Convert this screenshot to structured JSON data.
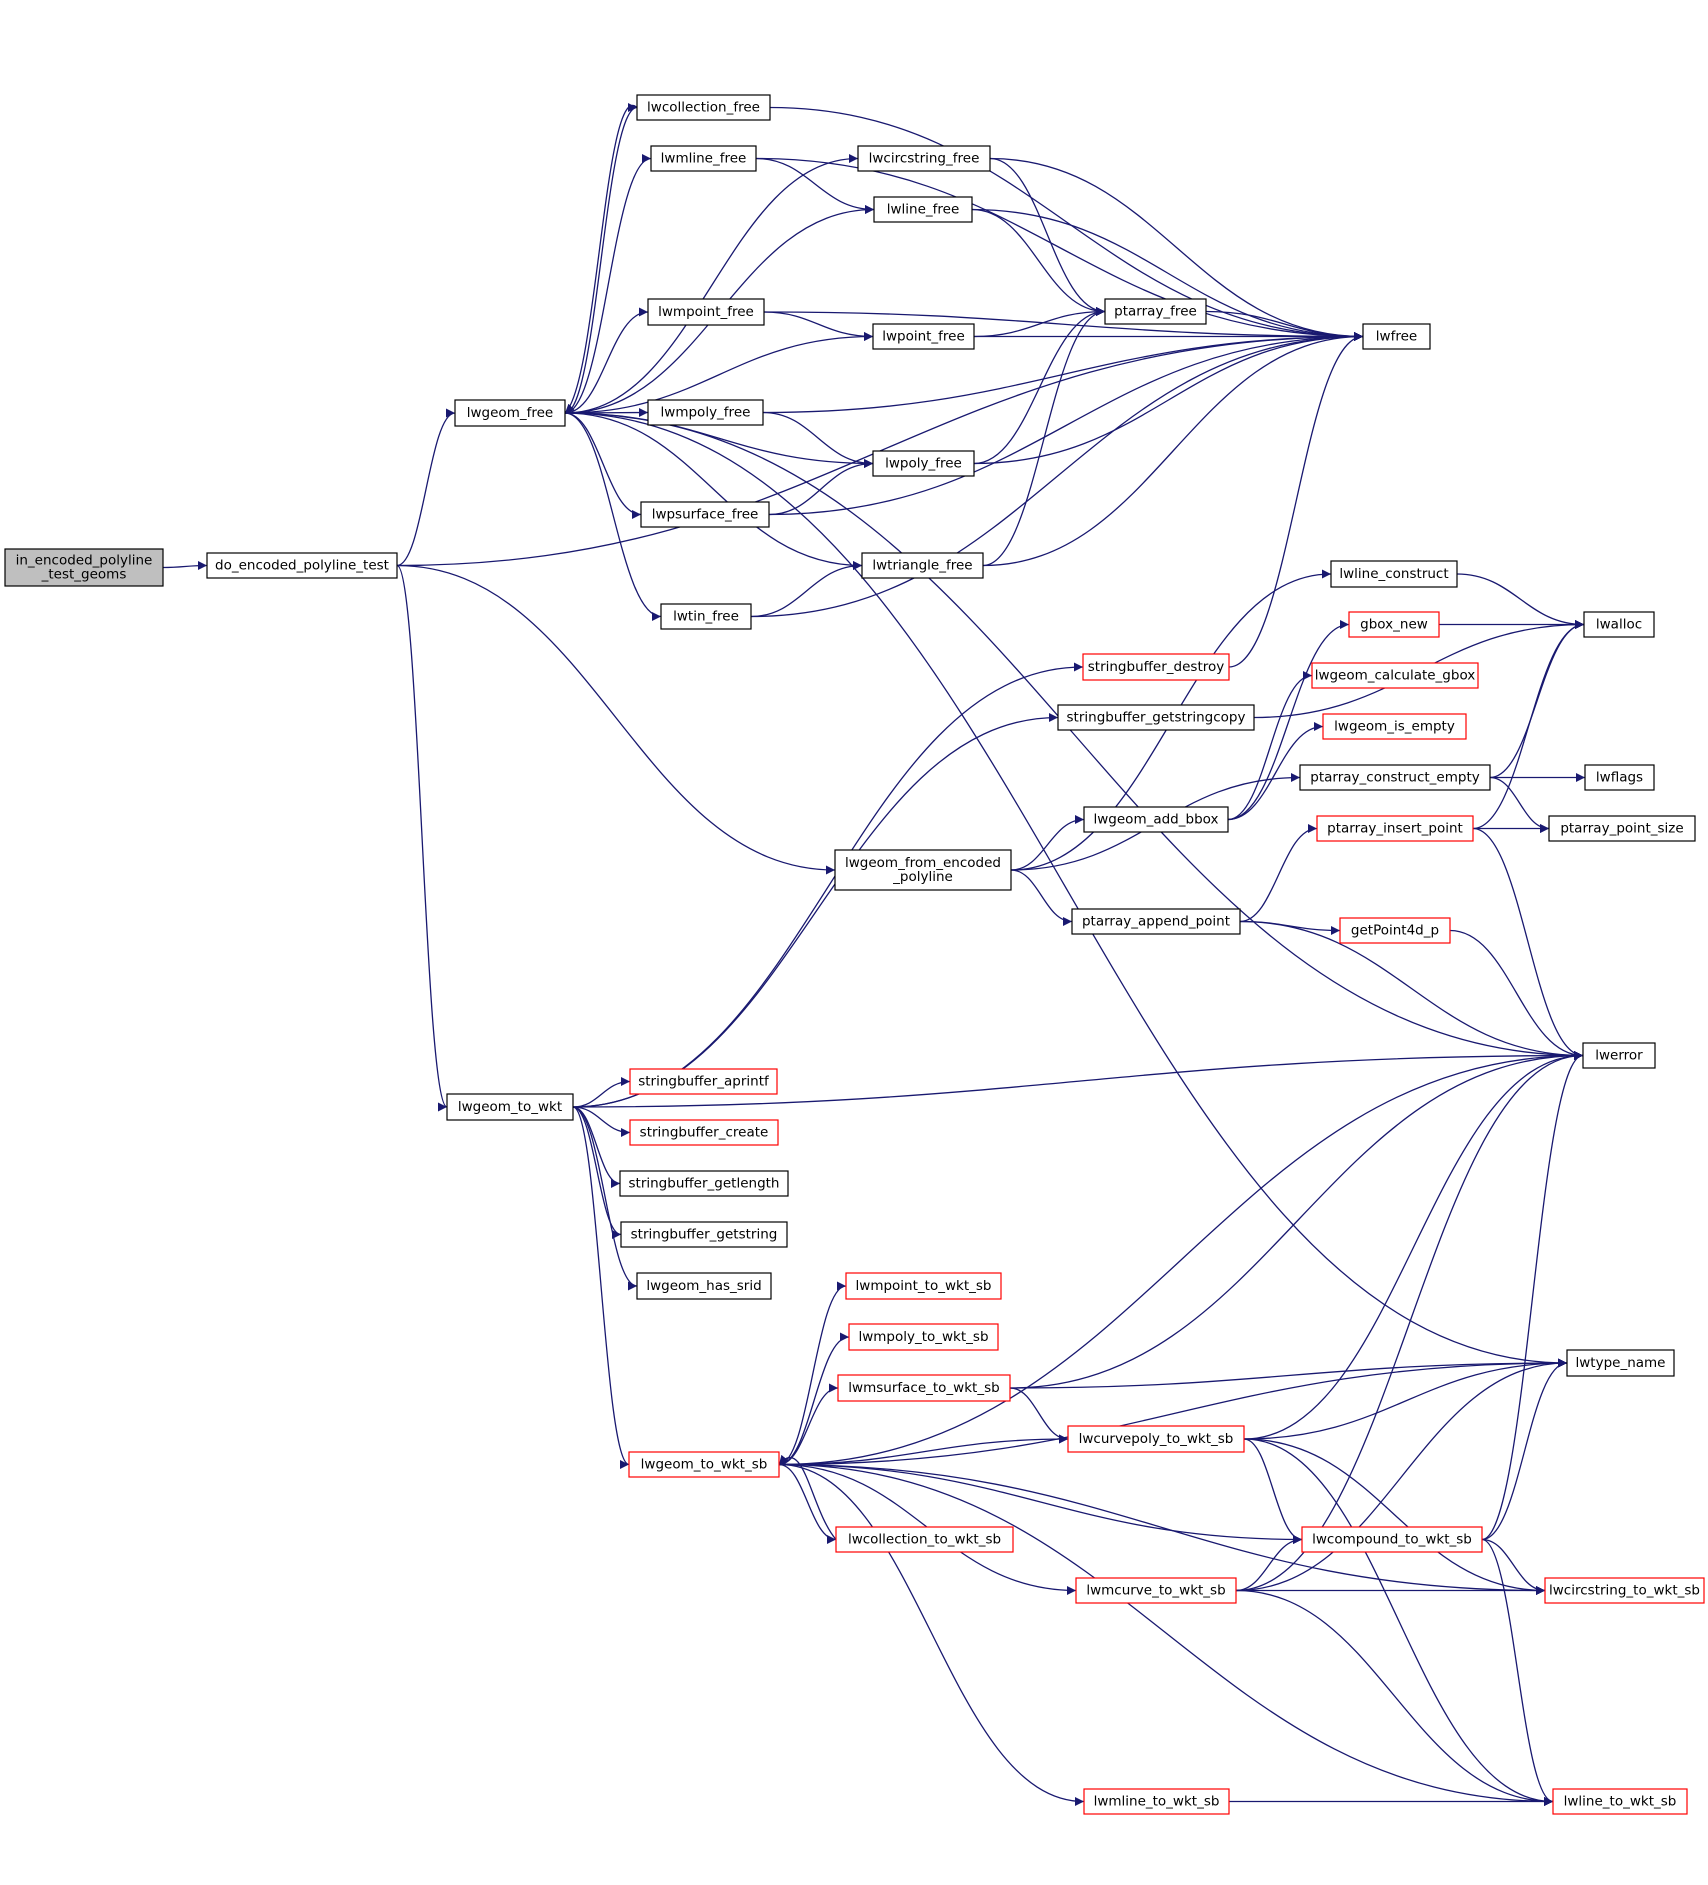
{
  "colors": {
    "edge": "#191970",
    "border_normal": "#000000",
    "border_truncated": "#ff0000",
    "fill_root": "#bfbfbf",
    "fill_normal": "#ffffff"
  },
  "nodes": [
    {
      "id": "root",
      "lines": [
        "in_encoded_polyline",
        "_test_geoms"
      ],
      "style": "root"
    },
    {
      "id": "do_test",
      "lines": [
        "do_encoded_polyline_test"
      ],
      "style": "normal"
    },
    {
      "id": "lwgeom_free",
      "lines": [
        "lwgeom_free"
      ],
      "style": "normal"
    },
    {
      "id": "lwcollection_free",
      "lines": [
        "lwcollection_free"
      ],
      "style": "normal"
    },
    {
      "id": "lwmline_free",
      "lines": [
        "lwmline_free"
      ],
      "style": "normal"
    },
    {
      "id": "lwcircstring_free",
      "lines": [
        "lwcircstring_free"
      ],
      "style": "normal"
    },
    {
      "id": "lwline_free",
      "lines": [
        "lwline_free"
      ],
      "style": "normal"
    },
    {
      "id": "lwmpoint_free",
      "lines": [
        "lwmpoint_free"
      ],
      "style": "normal"
    },
    {
      "id": "lwpoint_free",
      "lines": [
        "lwpoint_free"
      ],
      "style": "normal"
    },
    {
      "id": "ptarray_free",
      "lines": [
        "ptarray_free"
      ],
      "style": "normal"
    },
    {
      "id": "lwfree",
      "lines": [
        "lwfree"
      ],
      "style": "normal"
    },
    {
      "id": "lwmpoly_free",
      "lines": [
        "lwmpoly_free"
      ],
      "style": "normal"
    },
    {
      "id": "lwpoly_free",
      "lines": [
        "lwpoly_free"
      ],
      "style": "normal"
    },
    {
      "id": "lwpsurface_free",
      "lines": [
        "lwpsurface_free"
      ],
      "style": "normal"
    },
    {
      "id": "lwtriangle_free",
      "lines": [
        "lwtriangle_free"
      ],
      "style": "normal"
    },
    {
      "id": "lwtin_free",
      "lines": [
        "lwtin_free"
      ],
      "style": "normal"
    },
    {
      "id": "lwline_construct",
      "lines": [
        "lwline_construct"
      ],
      "style": "normal"
    },
    {
      "id": "lwalloc",
      "lines": [
        "lwalloc"
      ],
      "style": "normal"
    },
    {
      "id": "gbox_new",
      "lines": [
        "gbox_new"
      ],
      "style": "truncated"
    },
    {
      "id": "sb_destroy",
      "lines": [
        "stringbuffer_destroy"
      ],
      "style": "truncated"
    },
    {
      "id": "lwgeom_calc_gbox",
      "lines": [
        "lwgeom_calculate_gbox"
      ],
      "style": "truncated"
    },
    {
      "id": "sb_getstringcopy",
      "lines": [
        "stringbuffer_getstringcopy"
      ],
      "style": "normal"
    },
    {
      "id": "lwgeom_is_empty",
      "lines": [
        "lwgeom_is_empty"
      ],
      "style": "truncated"
    },
    {
      "id": "ptarray_construct_empty",
      "lines": [
        "ptarray_construct_empty"
      ],
      "style": "normal"
    },
    {
      "id": "lwflags",
      "lines": [
        "lwflags"
      ],
      "style": "normal"
    },
    {
      "id": "lwgeom_add_bbox",
      "lines": [
        "lwgeom_add_bbox"
      ],
      "style": "normal"
    },
    {
      "id": "ptarray_insert_point",
      "lines": [
        "ptarray_insert_point"
      ],
      "style": "truncated"
    },
    {
      "id": "ptarray_point_size",
      "lines": [
        "ptarray_point_size"
      ],
      "style": "normal"
    },
    {
      "id": "lwgeom_from_encoded",
      "lines": [
        "lwgeom_from_encoded",
        "_polyline"
      ],
      "style": "normal"
    },
    {
      "id": "ptarray_append_point",
      "lines": [
        "ptarray_append_point"
      ],
      "style": "normal"
    },
    {
      "id": "getPoint4d_p",
      "lines": [
        "getPoint4d_p"
      ],
      "style": "truncated"
    },
    {
      "id": "lwerror",
      "lines": [
        "lwerror"
      ],
      "style": "normal"
    },
    {
      "id": "lwgeom_to_wkt",
      "lines": [
        "lwgeom_to_wkt"
      ],
      "style": "normal"
    },
    {
      "id": "sb_aprintf",
      "lines": [
        "stringbuffer_aprintf"
      ],
      "style": "truncated"
    },
    {
      "id": "sb_create",
      "lines": [
        "stringbuffer_create"
      ],
      "style": "truncated"
    },
    {
      "id": "sb_getlength",
      "lines": [
        "stringbuffer_getlength"
      ],
      "style": "normal"
    },
    {
      "id": "sb_getstring",
      "lines": [
        "stringbuffer_getstring"
      ],
      "style": "normal"
    },
    {
      "id": "lwgeom_has_srid",
      "lines": [
        "lwgeom_has_srid"
      ],
      "style": "normal"
    },
    {
      "id": "lwmpoint_to_wkt_sb",
      "lines": [
        "lwmpoint_to_wkt_sb"
      ],
      "style": "truncated"
    },
    {
      "id": "lwmpoly_to_wkt_sb",
      "lines": [
        "lwmpoly_to_wkt_sb"
      ],
      "style": "truncated"
    },
    {
      "id": "lwmsurface_to_wkt_sb",
      "lines": [
        "lwmsurface_to_wkt_sb"
      ],
      "style": "truncated"
    },
    {
      "id": "lwtype_name",
      "lines": [
        "lwtype_name"
      ],
      "style": "normal"
    },
    {
      "id": "lwcurvepoly_to_wkt_sb",
      "lines": [
        "lwcurvepoly_to_wkt_sb"
      ],
      "style": "truncated"
    },
    {
      "id": "lwgeom_to_wkt_sb",
      "lines": [
        "lwgeom_to_wkt_sb"
      ],
      "style": "truncated"
    },
    {
      "id": "lwcollection_to_wkt_sb",
      "lines": [
        "lwcollection_to_wkt_sb"
      ],
      "style": "truncated"
    },
    {
      "id": "lwcompound_to_wkt_sb",
      "lines": [
        "lwcompound_to_wkt_sb"
      ],
      "style": "truncated"
    },
    {
      "id": "lwmcurve_to_wkt_sb",
      "lines": [
        "lwmcurve_to_wkt_sb"
      ],
      "style": "truncated"
    },
    {
      "id": "lwcircstring_to_wkt_sb",
      "lines": [
        "lwcircstring_to_wkt_sb"
      ],
      "style": "truncated"
    },
    {
      "id": "lwmline_to_wkt_sb",
      "lines": [
        "lwmline_to_wkt_sb"
      ],
      "style": "truncated"
    },
    {
      "id": "lwline_to_wkt_sb",
      "lines": [
        "lwline_to_wkt_sb"
      ],
      "style": "truncated"
    }
  ],
  "edges": [
    [
      "root",
      "do_test"
    ],
    [
      "do_test",
      "lwgeom_free"
    ],
    [
      "do_test",
      "lwfree"
    ],
    [
      "do_test",
      "lwgeom_from_encoded"
    ],
    [
      "do_test",
      "lwgeom_to_wkt"
    ],
    [
      "lwgeom_free",
      "lwcollection_free"
    ],
    [
      "lwgeom_free",
      "lwmline_free"
    ],
    [
      "lwgeom_free",
      "lwcircstring_free"
    ],
    [
      "lwgeom_free",
      "lwline_free"
    ],
    [
      "lwgeom_free",
      "lwmpoint_free"
    ],
    [
      "lwgeom_free",
      "lwpoint_free"
    ],
    [
      "lwgeom_free",
      "lwmpoly_free"
    ],
    [
      "lwgeom_free",
      "lwpoly_free"
    ],
    [
      "lwgeom_free",
      "lwpsurface_free"
    ],
    [
      "lwgeom_free",
      "lwtriangle_free"
    ],
    [
      "lwgeom_free",
      "lwtin_free"
    ],
    [
      "lwgeom_free",
      "lwerror"
    ],
    [
      "lwgeom_free",
      "lwtype_name"
    ],
    [
      "lwcollection_free",
      "lwgeom_free"
    ],
    [
      "lwcollection_free",
      "lwfree"
    ],
    [
      "lwmline_free",
      "lwline_free"
    ],
    [
      "lwmline_free",
      "lwfree"
    ],
    [
      "lwcircstring_free",
      "ptarray_free"
    ],
    [
      "lwcircstring_free",
      "lwfree"
    ],
    [
      "lwline_free",
      "ptarray_free"
    ],
    [
      "lwline_free",
      "lwfree"
    ],
    [
      "lwmpoint_free",
      "lwpoint_free"
    ],
    [
      "lwmpoint_free",
      "lwfree"
    ],
    [
      "lwpoint_free",
      "ptarray_free"
    ],
    [
      "lwpoint_free",
      "lwfree"
    ],
    [
      "ptarray_free",
      "lwfree"
    ],
    [
      "lwmpoly_free",
      "lwpoly_free"
    ],
    [
      "lwmpoly_free",
      "lwfree"
    ],
    [
      "lwpoly_free",
      "ptarray_free"
    ],
    [
      "lwpoly_free",
      "lwfree"
    ],
    [
      "lwpsurface_free",
      "lwpoly_free"
    ],
    [
      "lwpsurface_free",
      "lwfree"
    ],
    [
      "lwtriangle_free",
      "ptarray_free"
    ],
    [
      "lwtriangle_free",
      "lwfree"
    ],
    [
      "lwtin_free",
      "lwtriangle_free"
    ],
    [
      "lwtin_free",
      "lwfree"
    ],
    [
      "lwline_construct",
      "lwalloc"
    ],
    [
      "gbox_new",
      "lwalloc"
    ],
    [
      "sb_destroy",
      "lwfree"
    ],
    [
      "sb_getstringcopy",
      "lwalloc"
    ],
    [
      "lwgeom_from_encoded",
      "lwline_construct"
    ],
    [
      "lwgeom_from_encoded",
      "lwgeom_add_bbox"
    ],
    [
      "lwgeom_from_encoded",
      "ptarray_construct_empty"
    ],
    [
      "lwgeom_from_encoded",
      "ptarray_append_point"
    ],
    [
      "lwgeom_add_bbox",
      "gbox_new"
    ],
    [
      "lwgeom_add_bbox",
      "lwgeom_calc_gbox"
    ],
    [
      "lwgeom_add_bbox",
      "lwgeom_is_empty"
    ],
    [
      "ptarray_construct_empty",
      "lwalloc"
    ],
    [
      "ptarray_construct_empty",
      "lwflags"
    ],
    [
      "ptarray_construct_empty",
      "ptarray_point_size"
    ],
    [
      "ptarray_insert_point",
      "lwalloc"
    ],
    [
      "ptarray_insert_point",
      "ptarray_point_size"
    ],
    [
      "ptarray_insert_point",
      "lwerror"
    ],
    [
      "ptarray_append_point",
      "ptarray_insert_point"
    ],
    [
      "ptarray_append_point",
      "getPoint4d_p"
    ],
    [
      "ptarray_append_point",
      "lwerror"
    ],
    [
      "getPoint4d_p",
      "lwerror"
    ],
    [
      "lwgeom_to_wkt",
      "sb_destroy"
    ],
    [
      "lwgeom_to_wkt",
      "sb_getstringcopy"
    ],
    [
      "lwgeom_to_wkt",
      "lwerror"
    ],
    [
      "lwgeom_to_wkt",
      "sb_aprintf"
    ],
    [
      "lwgeom_to_wkt",
      "sb_create"
    ],
    [
      "lwgeom_to_wkt",
      "sb_getlength"
    ],
    [
      "lwgeom_to_wkt",
      "sb_getstring"
    ],
    [
      "lwgeom_to_wkt",
      "lwgeom_has_srid"
    ],
    [
      "lwgeom_to_wkt",
      "lwgeom_to_wkt_sb"
    ],
    [
      "lwgeom_to_wkt_sb",
      "lwerror"
    ],
    [
      "lwgeom_to_wkt_sb",
      "lwtype_name"
    ],
    [
      "lwgeom_to_wkt_sb",
      "lwmpoint_to_wkt_sb"
    ],
    [
      "lwgeom_to_wkt_sb",
      "lwmpoly_to_wkt_sb"
    ],
    [
      "lwgeom_to_wkt_sb",
      "lwmsurface_to_wkt_sb"
    ],
    [
      "lwgeom_to_wkt_sb",
      "lwcurvepoly_to_wkt_sb"
    ],
    [
      "lwgeom_to_wkt_sb",
      "lwcollection_to_wkt_sb"
    ],
    [
      "lwgeom_to_wkt_sb",
      "lwcompound_to_wkt_sb"
    ],
    [
      "lwgeom_to_wkt_sb",
      "lwmcurve_to_wkt_sb"
    ],
    [
      "lwgeom_to_wkt_sb",
      "lwcircstring_to_wkt_sb"
    ],
    [
      "lwgeom_to_wkt_sb",
      "lwmline_to_wkt_sb"
    ],
    [
      "lwgeom_to_wkt_sb",
      "lwline_to_wkt_sb"
    ],
    [
      "lwcollection_to_wkt_sb",
      "lwgeom_to_wkt_sb"
    ],
    [
      "lwmsurface_to_wkt_sb",
      "lwtype_name"
    ],
    [
      "lwmsurface_to_wkt_sb",
      "lwerror"
    ],
    [
      "lwmsurface_to_wkt_sb",
      "lwcurvepoly_to_wkt_sb"
    ],
    [
      "lwcurvepoly_to_wkt_sb",
      "lwtype_name"
    ],
    [
      "lwcurvepoly_to_wkt_sb",
      "lwerror"
    ],
    [
      "lwcurvepoly_to_wkt_sb",
      "lwcompound_to_wkt_sb"
    ],
    [
      "lwcurvepoly_to_wkt_sb",
      "lwcircstring_to_wkt_sb"
    ],
    [
      "lwcurvepoly_to_wkt_sb",
      "lwline_to_wkt_sb"
    ],
    [
      "lwcompound_to_wkt_sb",
      "lwtype_name"
    ],
    [
      "lwcompound_to_wkt_sb",
      "lwerror"
    ],
    [
      "lwcompound_to_wkt_sb",
      "lwcircstring_to_wkt_sb"
    ],
    [
      "lwcompound_to_wkt_sb",
      "lwline_to_wkt_sb"
    ],
    [
      "lwmcurve_to_wkt_sb",
      "lwtype_name"
    ],
    [
      "lwmcurve_to_wkt_sb",
      "lwerror"
    ],
    [
      "lwmcurve_to_wkt_sb",
      "lwcompound_to_wkt_sb"
    ],
    [
      "lwmcurve_to_wkt_sb",
      "lwcircstring_to_wkt_sb"
    ],
    [
      "lwmcurve_to_wkt_sb",
      "lwline_to_wkt_sb"
    ],
    [
      "lwmline_to_wkt_sb",
      "lwline_to_wkt_sb"
    ]
  ]
}
